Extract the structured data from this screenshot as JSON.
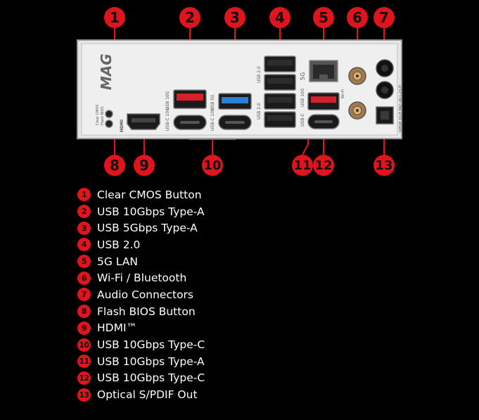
{
  "colors": {
    "badge": "#e0141c",
    "panel": "#eeeeee",
    "port_red": "#d8202a",
    "port_blue": "#2a7fd8",
    "background": "#000000"
  },
  "callouts": [
    "1",
    "2",
    "3",
    "4",
    "5",
    "6",
    "7",
    "8",
    "9",
    "10",
    "11",
    "12",
    "13"
  ],
  "panel_labels": {
    "brand_logo": "MAG",
    "clear_cmos": "Clear CMOS",
    "flash_bios": "Flash BIOS",
    "hdmi": "HDMI",
    "usb_10g_a": "USB 10G",
    "usb_c_10g_1": "USB-C 10G",
    "usb_c_10g_2": "USB-C 10G",
    "usb_5g": "USB 5G",
    "usb20_top": "USB 2.0",
    "usb20_bottom": "USB 2.0",
    "lan": "5G",
    "usb_10g_2": "USB 10G",
    "usb_c_3": "USB-C",
    "wifi": "Wi-Fi",
    "audio": "SPDIF OUT  MIC-IN  L-OUT"
  },
  "legend": [
    {
      "num": "1",
      "label": "Clear CMOS Button"
    },
    {
      "num": "2",
      "label": "USB 10Gbps Type-A"
    },
    {
      "num": "3",
      "label": "USB 5Gbps Type-A"
    },
    {
      "num": "4",
      "label": "USB 2.0"
    },
    {
      "num": "5",
      "label": "5G LAN"
    },
    {
      "num": "6",
      "label": "Wi-Fi / Bluetooth"
    },
    {
      "num": "7",
      "label": "Audio Connectors"
    },
    {
      "num": "8",
      "label": "Flash BIOS Button"
    },
    {
      "num": "9",
      "label": "HDMI™"
    },
    {
      "num": "10",
      "label": "USB 10Gbps Type-C"
    },
    {
      "num": "11",
      "label": "USB 10Gbps Type-A"
    },
    {
      "num": "12",
      "label": "USB 10Gbps Type-C"
    },
    {
      "num": "13",
      "label": "Optical S/PDIF Out"
    }
  ]
}
